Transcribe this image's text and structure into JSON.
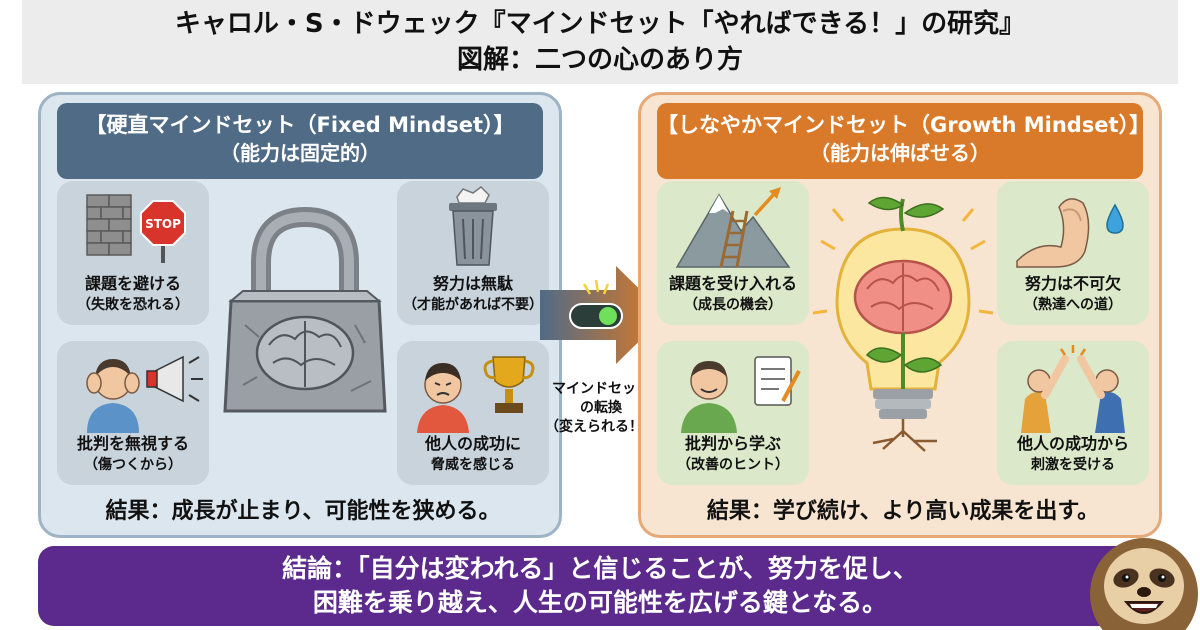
{
  "title": {
    "line1": "キャロル・S・ドウェック『マインドセット「やればできる！」の研究』",
    "line2": "図解：二つの心のあり方"
  },
  "fixed": {
    "header1": "【硬直マインドセット（Fixed Mindset）】",
    "header2": "（能力は固定的）",
    "items": [
      {
        "line1": "課題を避ける",
        "line2": "（失敗を恐れる）"
      },
      {
        "line1": "努力は無駄",
        "line2": "（才能があれば不要）"
      },
      {
        "line1": "批判を無視する",
        "line2": "（傷つくから）"
      },
      {
        "line1": "他人の成功に",
        "line2": "脅威を感じる"
      }
    ],
    "result": "結果：成長が止まり、可能性を狭める。"
  },
  "growth": {
    "header1": "【しなやかマインドセット（Growth Mindset）】",
    "header2": "（能力は伸ばせる）",
    "items": [
      {
        "line1": "課題を受け入れる",
        "line2": "（成長の機会）"
      },
      {
        "line1": "努力は不可欠",
        "line2": "（熟達への道）"
      },
      {
        "line1": "批判から学ぶ",
        "line2": "（改善のヒント）"
      },
      {
        "line1": "他人の成功から",
        "line2": "刺激を受ける"
      }
    ],
    "result": "結果：学び続け、より高い成果を出す。"
  },
  "shift": {
    "line1": "マインドセット",
    "line2": "の転換",
    "line3": "（変えられる！）"
  },
  "conclusion": {
    "line1": "結論：「自分は変われる」と信じることが、努力を促し、",
    "line2": "困難を乗り越え、人生の可能性を広げる鍵となる。"
  },
  "icons": {
    "stop_sign": "STOP"
  },
  "colors": {
    "fixed_panel": "#dbe6ee",
    "fixed_header": "#4f6b86",
    "growth_panel": "#f8e5d1",
    "growth_header": "#d97a2a",
    "conclusion": "#5b2a8c"
  }
}
